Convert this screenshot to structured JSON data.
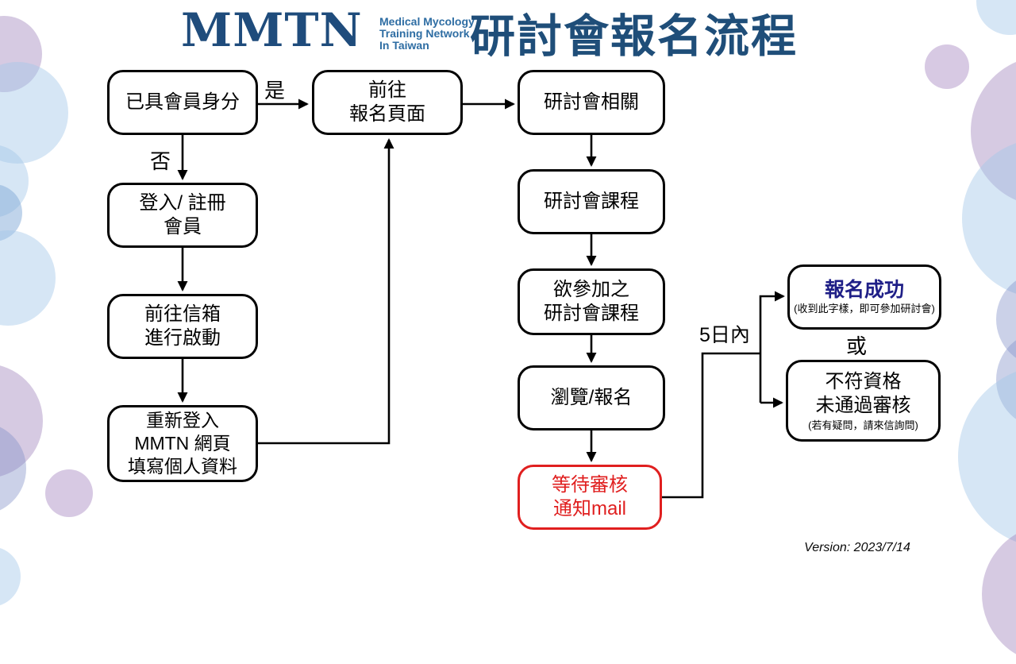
{
  "header": {
    "logo_acronym": "MMTN",
    "logo_tagline": "Medical Mycology\nTraining Network\nIn Taiwan",
    "title": "研討會報名流程"
  },
  "nodes": {
    "member_check": "已具會員身分",
    "goto_registration": "前往\n報名頁面",
    "login_register": "登入/ 註冊\n會員",
    "activate_mailbox": "前往信箱\n進行啟動",
    "relogin_fill_profile": "重新登入\nMMTN 網頁\n填寫個人資料",
    "seminar_related": "研討會相關",
    "seminar_courses": "研討會課程",
    "desired_courses": "欲參加之\n研討會課程",
    "browse_register": "瀏覽/報名",
    "wait_review_mail": "等待審核\n通知mail",
    "success_title": "報名成功",
    "success_note": "(收到此字樣，即可參加研討會)",
    "rejected_title": "不符資格\n未通過審核",
    "rejected_note": "(若有疑問，請來信詢問)"
  },
  "edge_labels": {
    "yes": "是",
    "no": "否",
    "within_five_days": "5日內",
    "or": "或"
  },
  "footer": {
    "version": "Version: 2023/7/14"
  },
  "colors": {
    "title_blue": "#1F4E79",
    "logo_blue": "#1F4C7C",
    "tagline_blue": "#2E6DA3",
    "success_navy": "#1F1F87",
    "alert_red": "#E01F1F",
    "line_black": "#000000",
    "bg_light_blue": "#A4C7E8",
    "bg_purple": "#9E80B9",
    "bg_periwinkle": "#8291C8"
  }
}
